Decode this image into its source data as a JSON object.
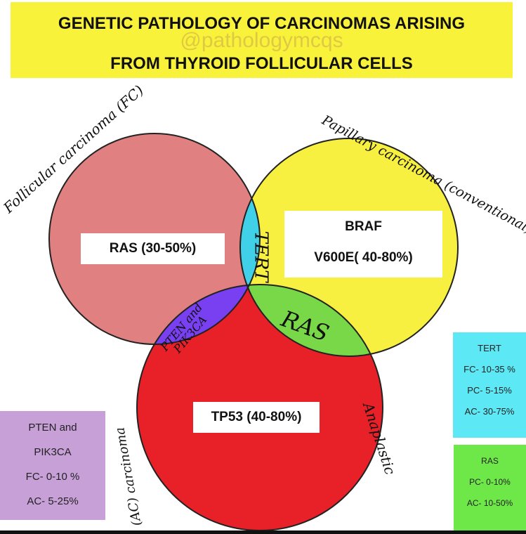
{
  "title": {
    "line1": "GENETIC PATHOLOGY OF CARCINOMAS ARISING",
    "line2": "FROM THYROID FOLLICULAR CELLS",
    "watermark": "@pathologymcqs"
  },
  "circles": {
    "follicular": {
      "label": "Follicular carcinoma (FC)",
      "mutation": "RAS (30-50%)",
      "color": "#e08080"
    },
    "papillary": {
      "label": "Papillary carcinoma (conventional) (PC)",
      "mutation_line1": "BRAF",
      "mutation_line2": "V600E( 40-80%)",
      "color": "#f8f040"
    },
    "anaplastic": {
      "label": "Anaplastic",
      "label2": "(AC) carcinoma",
      "mutation": "TP53 (40-80%)",
      "color": "#e82028"
    }
  },
  "overlaps": {
    "fc_pc": {
      "text": "TERT",
      "color": "#40d0e8"
    },
    "fc_ac": {
      "text": "PTEN and PIK3CA",
      "color": "#7840f0"
    },
    "pc_ac": {
      "text": "RAS",
      "color": "#78d848"
    }
  },
  "legend_pten": {
    "lines": [
      "PTEN and",
      "PIK3CA",
      "FC- 0-10 %",
      "AC- 5-25%"
    ],
    "color": "#c8a0d8"
  },
  "legend_tert": {
    "lines": [
      "TERT",
      "FC- 10-35 %",
      "PC- 5-15%",
      "AC- 30-75%"
    ],
    "color": "#5ce8f4"
  },
  "legend_ras": {
    "lines": [
      "RAS",
      "PC- 0-10%",
      "AC- 10-50%"
    ],
    "color": "#6ee848"
  }
}
